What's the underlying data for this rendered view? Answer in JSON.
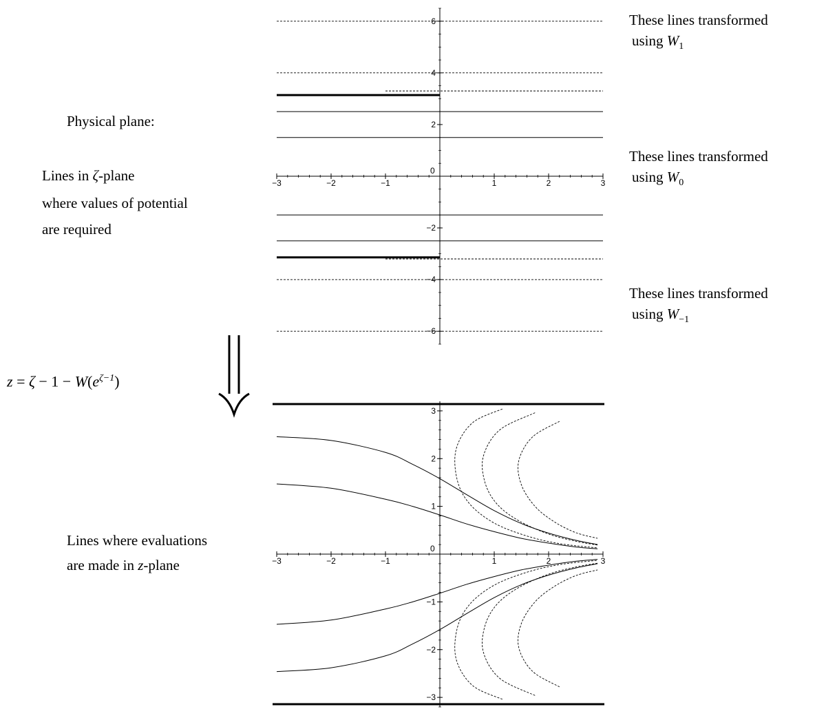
{
  "left_labels": {
    "physical_plane": "Physical plane:",
    "lines_zeta": [
      "Lines in ",
      "ζ",
      "-plane"
    ],
    "where_values": "where values of potential",
    "are_required": "are required",
    "lines_eval": "Lines where evaluations",
    "made_in_z": [
      "are made in ",
      "z",
      "-plane"
    ]
  },
  "right_labels": [
    {
      "line1": "These lines transformed",
      "using": "using",
      "sym": "W",
      "sub": "1"
    },
    {
      "line1": "These lines transformed",
      "using": "using",
      "sym": "W",
      "sub": "0"
    },
    {
      "line1": "These lines transformed",
      "using": "using",
      "sym": "W",
      "sub": "−1"
    }
  ],
  "formula": {
    "lhs": "z",
    "eq": " = ",
    "zeta": "ζ",
    "mid": " − 1 − ",
    "W": "W",
    "open": "(",
    "e": "e",
    "sup": "ζ−1",
    "close": ")"
  },
  "chart_data": [
    {
      "type": "line",
      "name": "zeta-plane",
      "xlim": [
        -3,
        3
      ],
      "ylim": [
        -6.5,
        6.5
      ],
      "x_ticks": [
        "−3",
        "−2",
        "−1",
        "0",
        "1",
        "2",
        "3"
      ],
      "y_ticks": [
        {
          "v": 6,
          "t": "6"
        },
        {
          "v": 4,
          "t": "4"
        },
        {
          "v": 2,
          "t": "2"
        },
        {
          "v": -2,
          "t": "−2"
        },
        {
          "v": -4,
          "t": "−4"
        },
        {
          "v": -6,
          "t": "−6"
        }
      ],
      "solid_lines": [
        1.5,
        2.5,
        -1.5,
        -2.5
      ],
      "dashed_full_lines": [
        6,
        4,
        -4,
        -6
      ],
      "dashed_partial_lines": [
        {
          "y": 3.3,
          "x_from": -1,
          "x_to": 3
        },
        {
          "y": -3.2,
          "x_from": -1,
          "x_to": 3
        }
      ],
      "branch_cuts": [
        {
          "y": 3.1416,
          "x_from": -3,
          "x_to": 0
        },
        {
          "y": -3.1416,
          "x_from": -3,
          "x_to": 0
        }
      ]
    },
    {
      "type": "line",
      "name": "z-plane",
      "xlim": [
        -3,
        3
      ],
      "ylim": [
        -3.2,
        3.2
      ],
      "x_ticks": [
        "−3",
        "−2",
        "−1",
        "0",
        "1",
        "2",
        "3"
      ],
      "y_ticks": [
        {
          "v": 3,
          "t": "3"
        },
        {
          "v": 2,
          "t": "2"
        },
        {
          "v": 1,
          "t": "1"
        },
        {
          "v": -1,
          "t": "−1"
        },
        {
          "v": -2,
          "t": "−2"
        },
        {
          "v": -3,
          "t": "−3"
        }
      ],
      "boundaries": [
        3.1416,
        -3.1416
      ],
      "solid_curves": [
        [
          [
            -3,
            2.46
          ],
          [
            -2,
            2.38
          ],
          [
            -1,
            2.13
          ],
          [
            -0.5,
            1.88
          ],
          [
            0,
            1.58
          ],
          [
            0.5,
            1.24
          ],
          [
            1,
            0.91
          ],
          [
            1.5,
            0.64
          ],
          [
            2,
            0.44
          ],
          [
            2.5,
            0.29
          ],
          [
            2.9,
            0.2
          ]
        ],
        [
          [
            -3,
            1.47
          ],
          [
            -2,
            1.38
          ],
          [
            -1,
            1.15
          ],
          [
            -0.5,
            1.0
          ],
          [
            0,
            0.82
          ],
          [
            0.5,
            0.63
          ],
          [
            1,
            0.47
          ],
          [
            1.5,
            0.33
          ],
          [
            2,
            0.23
          ],
          [
            2.5,
            0.15
          ],
          [
            2.9,
            0.11
          ]
        ]
      ],
      "dashed_curves": [
        [
          [
            1.15,
            3.04
          ],
          [
            0.6,
            2.75
          ],
          [
            0.3,
            2.2
          ],
          [
            0.32,
            1.55
          ],
          [
            0.55,
            1.05
          ],
          [
            1.0,
            0.65
          ],
          [
            1.6,
            0.38
          ],
          [
            2.2,
            0.22
          ],
          [
            2.9,
            0.13
          ]
        ],
        [
          [
            1.75,
            2.96
          ],
          [
            1.1,
            2.6
          ],
          [
            0.8,
            2.05
          ],
          [
            0.83,
            1.5
          ],
          [
            1.05,
            1.05
          ],
          [
            1.45,
            0.7
          ],
          [
            2.0,
            0.42
          ],
          [
            2.5,
            0.27
          ],
          [
            2.9,
            0.19
          ]
        ],
        [
          [
            2.2,
            2.78
          ],
          [
            1.7,
            2.45
          ],
          [
            1.45,
            1.95
          ],
          [
            1.5,
            1.45
          ],
          [
            1.75,
            1.0
          ],
          [
            2.1,
            0.68
          ],
          [
            2.5,
            0.45
          ],
          [
            2.9,
            0.33
          ]
        ]
      ]
    }
  ]
}
